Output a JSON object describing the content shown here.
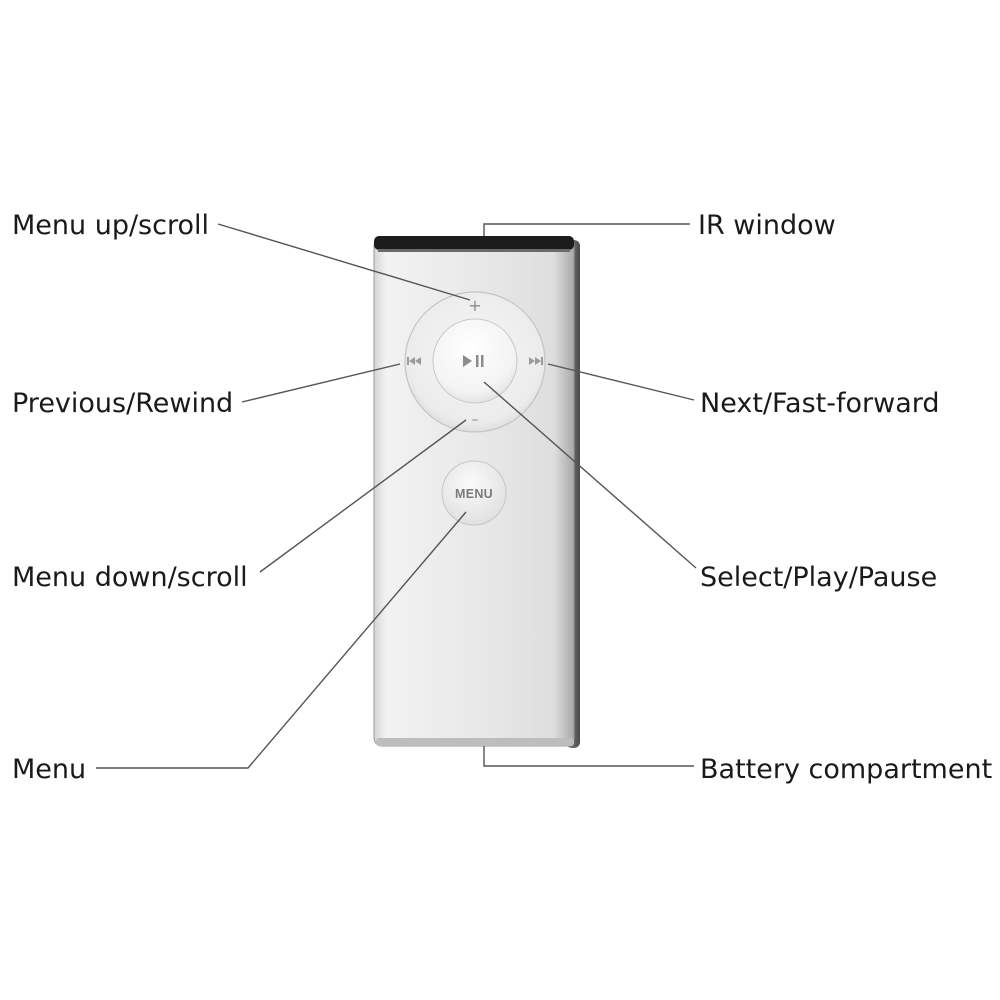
{
  "labels": {
    "menu_up": "Menu up/scroll",
    "previous": "Previous/Rewind",
    "menu_down": "Menu down/scroll",
    "menu": "Menu",
    "ir_window": "IR window",
    "next": "Next/Fast-forward",
    "select": "Select/Play/Pause",
    "battery": "Battery compartment"
  },
  "remote": {
    "menu_button_text": "MENU",
    "plus_glyph": "+",
    "minus_glyph": "–",
    "play_pause_glyph": "▶❙❙",
    "prev_glyph": "⏮",
    "next_glyph": "⏭"
  },
  "colors": {
    "remote_body": "#e8e8e8",
    "ir_window": "#1c1c1c",
    "leader_line": "#555555",
    "label_text": "#1a1a1a"
  }
}
